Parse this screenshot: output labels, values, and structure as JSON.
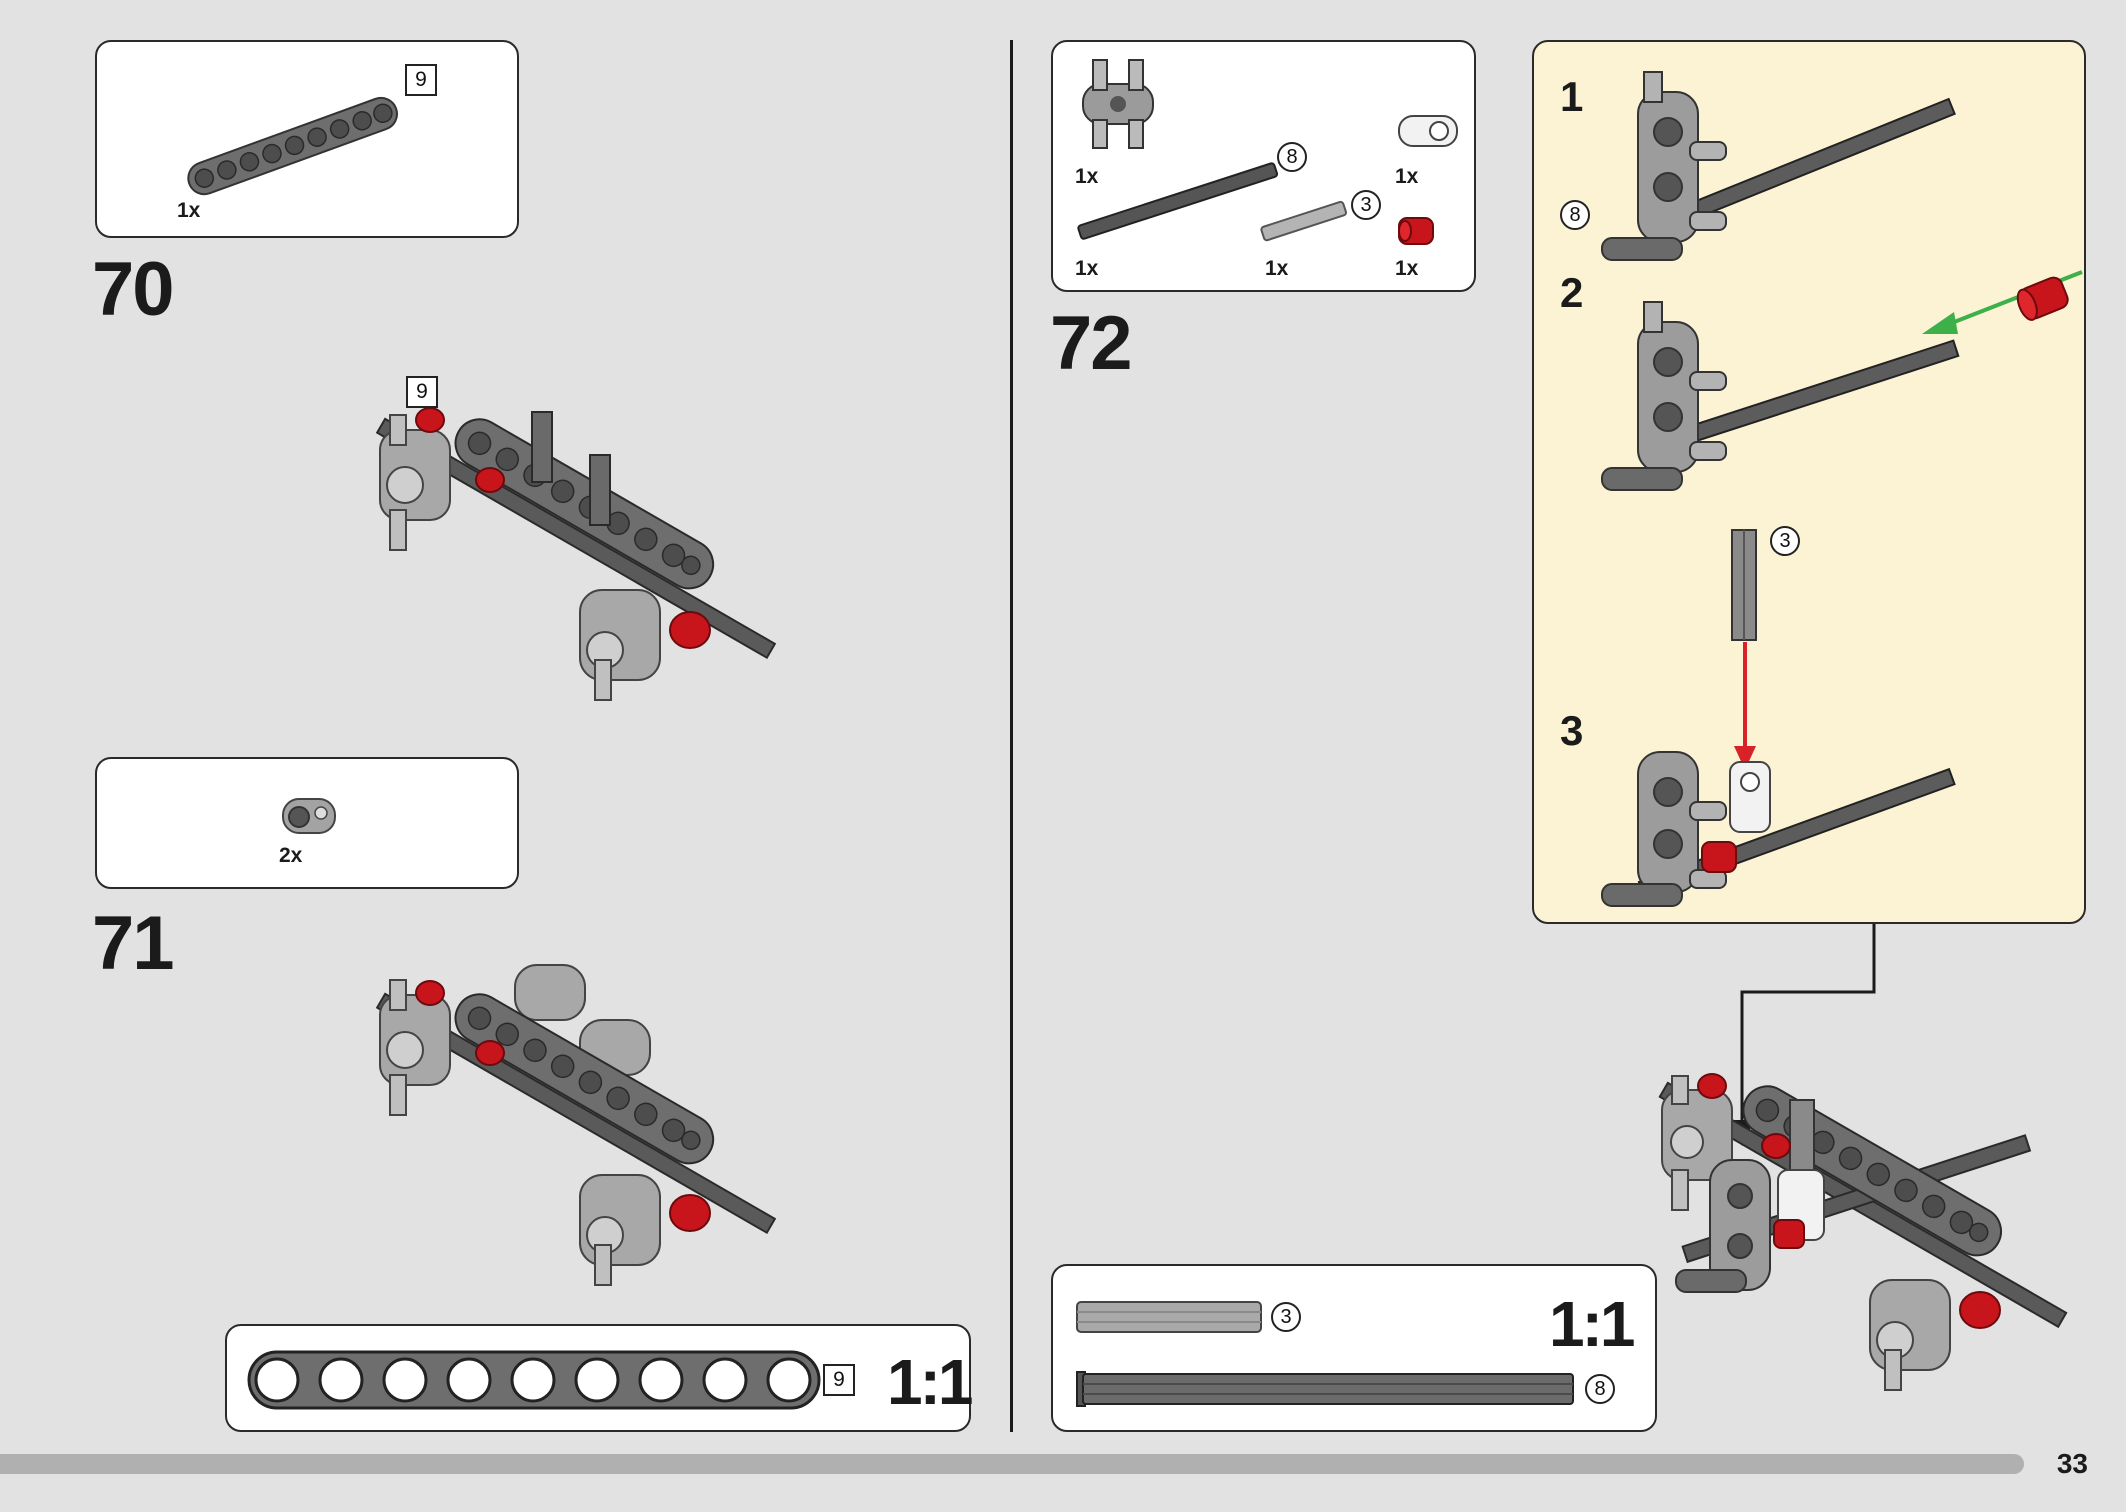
{
  "page": {
    "number": "33"
  },
  "step70": {
    "number": "70",
    "parts": [
      {
        "qty": "1x",
        "length": "9"
      }
    ],
    "model_label": "9"
  },
  "step71": {
    "number": "71",
    "parts": [
      {
        "qty": "2x"
      }
    ]
  },
  "scale_left": {
    "length": "9",
    "label": "1:1"
  },
  "step72": {
    "number": "72",
    "parts": [
      {
        "qty": "1x"
      },
      {
        "qty": "1x"
      },
      {
        "qty": "1x",
        "length": "8"
      },
      {
        "qty": "1x",
        "length": "3"
      },
      {
        "qty": "1x"
      }
    ],
    "substeps": [
      {
        "number": "1",
        "length": "8"
      },
      {
        "number": "2"
      },
      {
        "number": "3",
        "length": "3"
      }
    ]
  },
  "scale_right": {
    "axle_short": "3",
    "axle_long": "8",
    "label": "1:1"
  },
  "colors": {
    "page_bg": "#e2e2e2",
    "callout_bg": "#fbf3d3",
    "beam_gray": "#767676",
    "light_gray": "#a9a9a9",
    "red": "#c8141b",
    "arrow_green": "#3db04a",
    "arrow_red": "#d92128"
  }
}
